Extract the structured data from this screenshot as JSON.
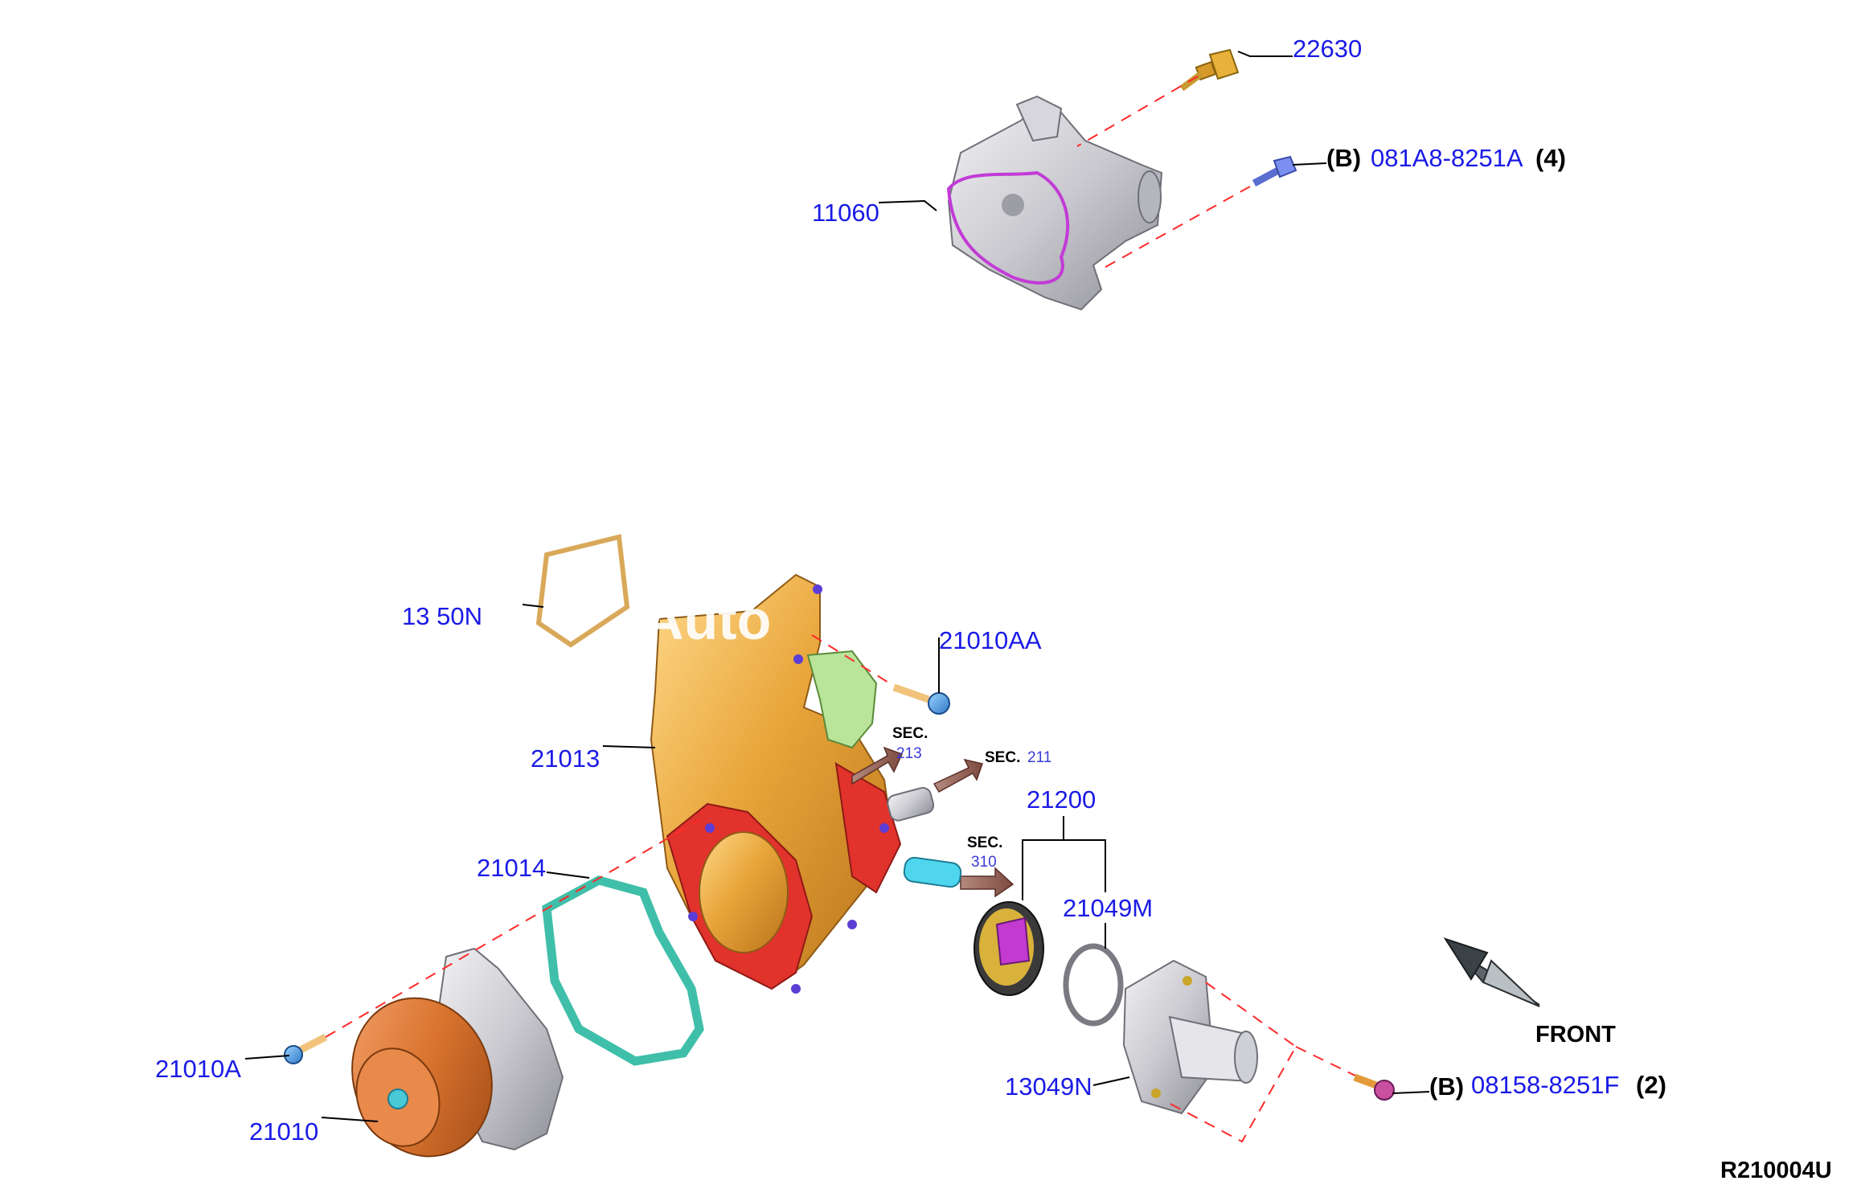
{
  "diagram": {
    "reference_code": "R210004U",
    "watermark": "Auto",
    "front_label": "FRONT",
    "labels": {
      "p22630": "22630",
      "p11060": "11060",
      "p13050n": "13 50N",
      "p21010aa": "21010AA",
      "p21013": "21013",
      "p21014": "21014",
      "p21200": "21200",
      "p21049m": "21049M",
      "p21010a": "21010A",
      "p21010": "21010",
      "p13049n": "13049N"
    },
    "bolt_b1": {
      "prefix": "(B)",
      "part": "081A8-8251A",
      "qty": "(4)"
    },
    "bolt_b2": {
      "prefix": "(B)",
      "part": "08158-8251F",
      "qty": "(2)"
    },
    "sections": [
      {
        "label": "SEC.",
        "number": "213"
      },
      {
        "label": "SEC.",
        "number": "211"
      },
      {
        "label": "SEC.",
        "number": "310"
      }
    ],
    "colors": {
      "label_blue": "#1a1ae6",
      "leader_dash": "#ff2a2a",
      "housing_gold": "#e8a53a",
      "gasket_teal": "#3fbfa9",
      "impeller_orange": "#d9732e"
    }
  }
}
